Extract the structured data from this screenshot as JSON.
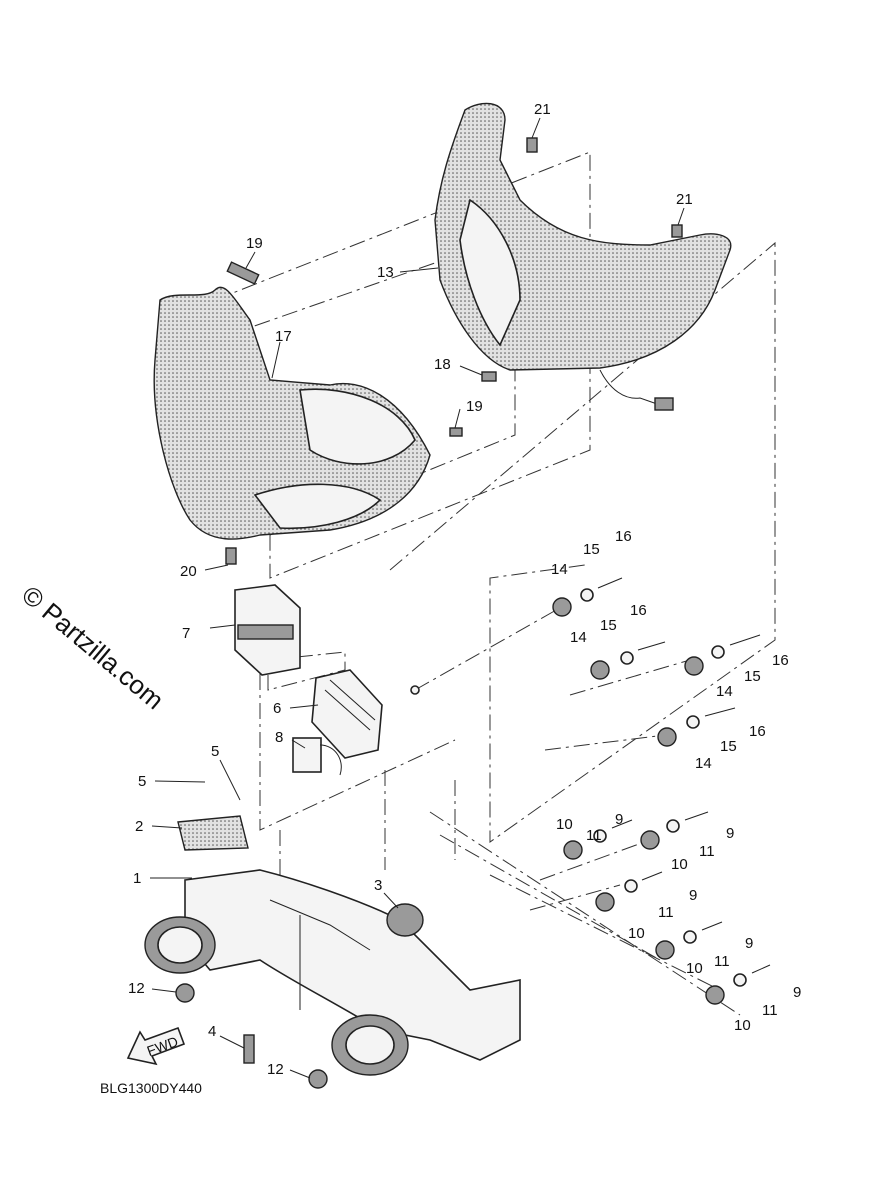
{
  "diagram_code": "BLG1300DY440",
  "watermark": "© Partzilla.com",
  "fwd_label": "FWD",
  "callouts": [
    "1",
    "2",
    "3",
    "4",
    "5",
    "5",
    "6",
    "7",
    "8",
    "9",
    "9",
    "9",
    "9",
    "9",
    "10",
    "10",
    "10",
    "10",
    "10",
    "11",
    "11",
    "11",
    "11",
    "11",
    "12",
    "12",
    "13",
    "14",
    "14",
    "14",
    "14",
    "15",
    "15",
    "15",
    "15",
    "16",
    "16",
    "16",
    "16",
    "17",
    "18",
    "19",
    "19",
    "20",
    "21",
    "21"
  ],
  "colors": {
    "ink": "#111111",
    "background": "#ffffff"
  }
}
